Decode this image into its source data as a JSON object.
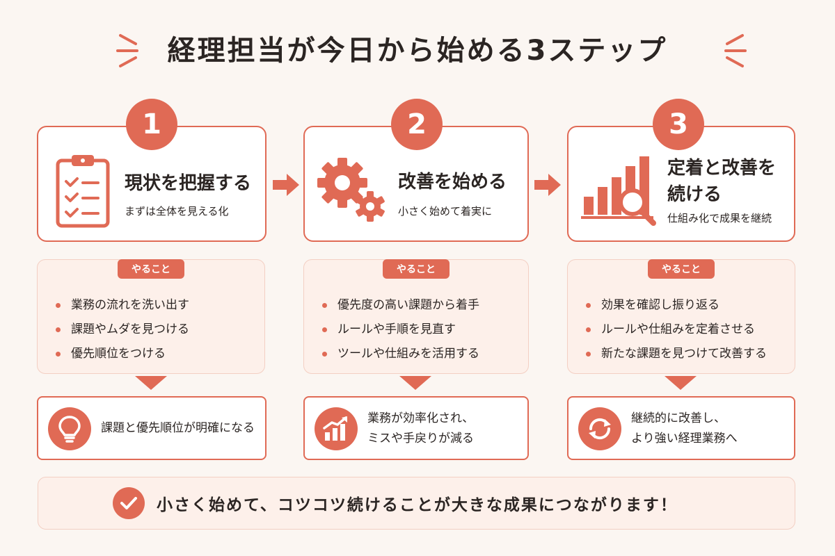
{
  "title": "経理担当が今日から始める3ステップ",
  "colors": {
    "accent": "#e06a55",
    "background": "#fbf6f2",
    "soft_panel": "#fdf0ea",
    "text": "#2b2523"
  },
  "todo_label": "やること",
  "steps": [
    {
      "number": "1",
      "heading": "現状を把握する",
      "sub": "まずは全体を見える化",
      "icon": "clipboard-checklist-icon",
      "todos": [
        "業務の流れを洗い出す",
        "課題やムダを見つける",
        "優先順位をつける"
      ],
      "result_icon": "lightbulb-icon",
      "result_lines": [
        "課題と優先順位が明確になる"
      ]
    },
    {
      "number": "2",
      "heading": "改善を始める",
      "sub": "小さく始めて着実に",
      "icon": "gears-icon",
      "todos": [
        "優先度の高い課題から着手",
        "ルールや手順を見直す",
        "ツールや仕組みを活用する"
      ],
      "result_icon": "growth-chart-icon",
      "result_lines": [
        "業務が効率化され、",
        "ミスや手戻りが減る"
      ]
    },
    {
      "number": "3",
      "heading_lines": [
        "定着と改善を",
        "続ける"
      ],
      "sub": "仕組み化で成果を継続",
      "icon": "chart-magnifier-icon",
      "todos": [
        "効果を確認し振り返る",
        "ルールや仕組みを定着させる",
        "新たな課題を見つけて改善する"
      ],
      "result_icon": "cycle-arrows-icon",
      "result_lines": [
        "継続的に改善し、",
        "より強い経理業務へ"
      ]
    }
  ],
  "bottom_message": "小さく始めて、コツコツ続けることが大きな成果につながります！",
  "bottom_icon": "check-circle-icon"
}
